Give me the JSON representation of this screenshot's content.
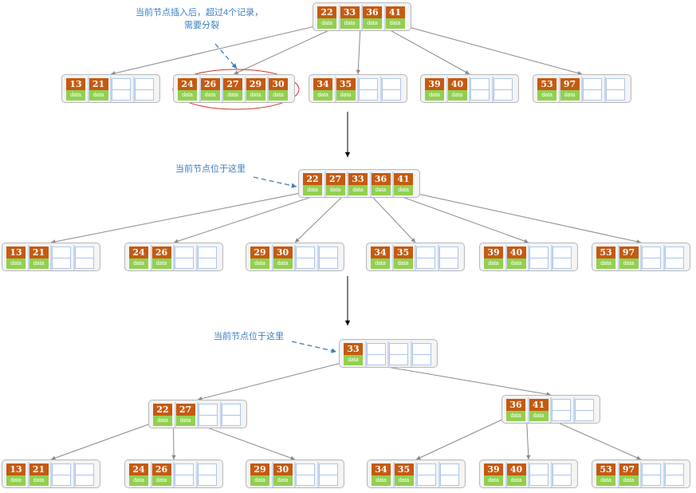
{
  "annotations": {
    "insert_note_line1": "当前节点插入后，超过4个记录，",
    "insert_note_line2": "需要分裂",
    "current_node_2": "当前节点位于这里",
    "current_node_3": "当前节点位于这里"
  },
  "data_label": "data",
  "colors": {
    "key": "#c55a11",
    "data": "#92d050",
    "empty_slot_border": "#aec6e8",
    "annotation": "#3c7fc1",
    "highlight": "#d32f2f"
  },
  "stage1": {
    "root": [
      "22",
      "33",
      "36",
      "41"
    ],
    "leaves": [
      [
        "13",
        "21"
      ],
      [
        "24",
        "26",
        "27",
        "29",
        "30"
      ],
      [
        "34",
        "35"
      ],
      [
        "39",
        "40"
      ],
      [
        "53",
        "97"
      ]
    ]
  },
  "stage2": {
    "root": [
      "22",
      "27",
      "33",
      "36",
      "41"
    ],
    "leaves": [
      [
        "13",
        "21"
      ],
      [
        "24",
        "26"
      ],
      [
        "29",
        "30"
      ],
      [
        "34",
        "35"
      ],
      [
        "39",
        "40"
      ],
      [
        "53",
        "97"
      ]
    ]
  },
  "stage3": {
    "root": [
      "33"
    ],
    "internal_left": [
      "22",
      "27"
    ],
    "internal_right": [
      "36",
      "41"
    ],
    "leaves": [
      [
        "13",
        "21"
      ],
      [
        "24",
        "26"
      ],
      [
        "29",
        "30"
      ],
      [
        "34",
        "35"
      ],
      [
        "39",
        "40"
      ],
      [
        "53",
        "97"
      ]
    ]
  }
}
